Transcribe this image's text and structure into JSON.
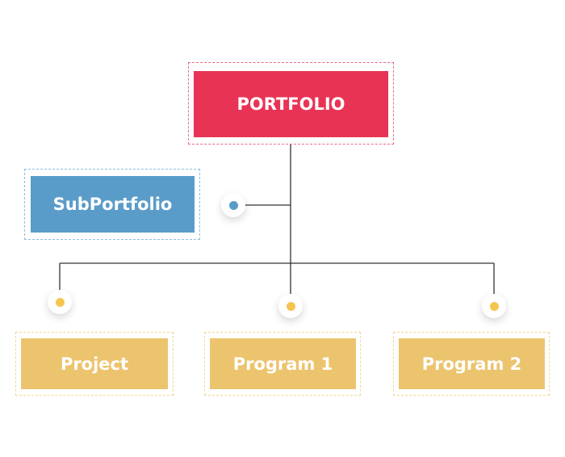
{
  "colors": {
    "portfolio_fill": "#e93355",
    "portfolio_frame": "#ec6a82",
    "subportfolio_fill": "#5a9cc9",
    "subportfolio_frame": "#8cbde0",
    "leaf_fill": "#ecc46e",
    "leaf_frame": "#f2d692",
    "connector": "#333333",
    "dot_blue": "#5a9cc9",
    "dot_yellow": "#f6c54f"
  },
  "nodes": {
    "portfolio": {
      "label": "PORTFOLIO"
    },
    "subportfolio": {
      "label": "SubPortfolio"
    },
    "project": {
      "label": "Project"
    },
    "program1": {
      "label": "Program 1"
    },
    "program2": {
      "label": "Program 2"
    }
  },
  "edges": [
    {
      "from": "portfolio",
      "to": "subportfolio"
    },
    {
      "from": "portfolio",
      "to": "project"
    },
    {
      "from": "portfolio",
      "to": "program1"
    },
    {
      "from": "portfolio",
      "to": "program2"
    }
  ]
}
